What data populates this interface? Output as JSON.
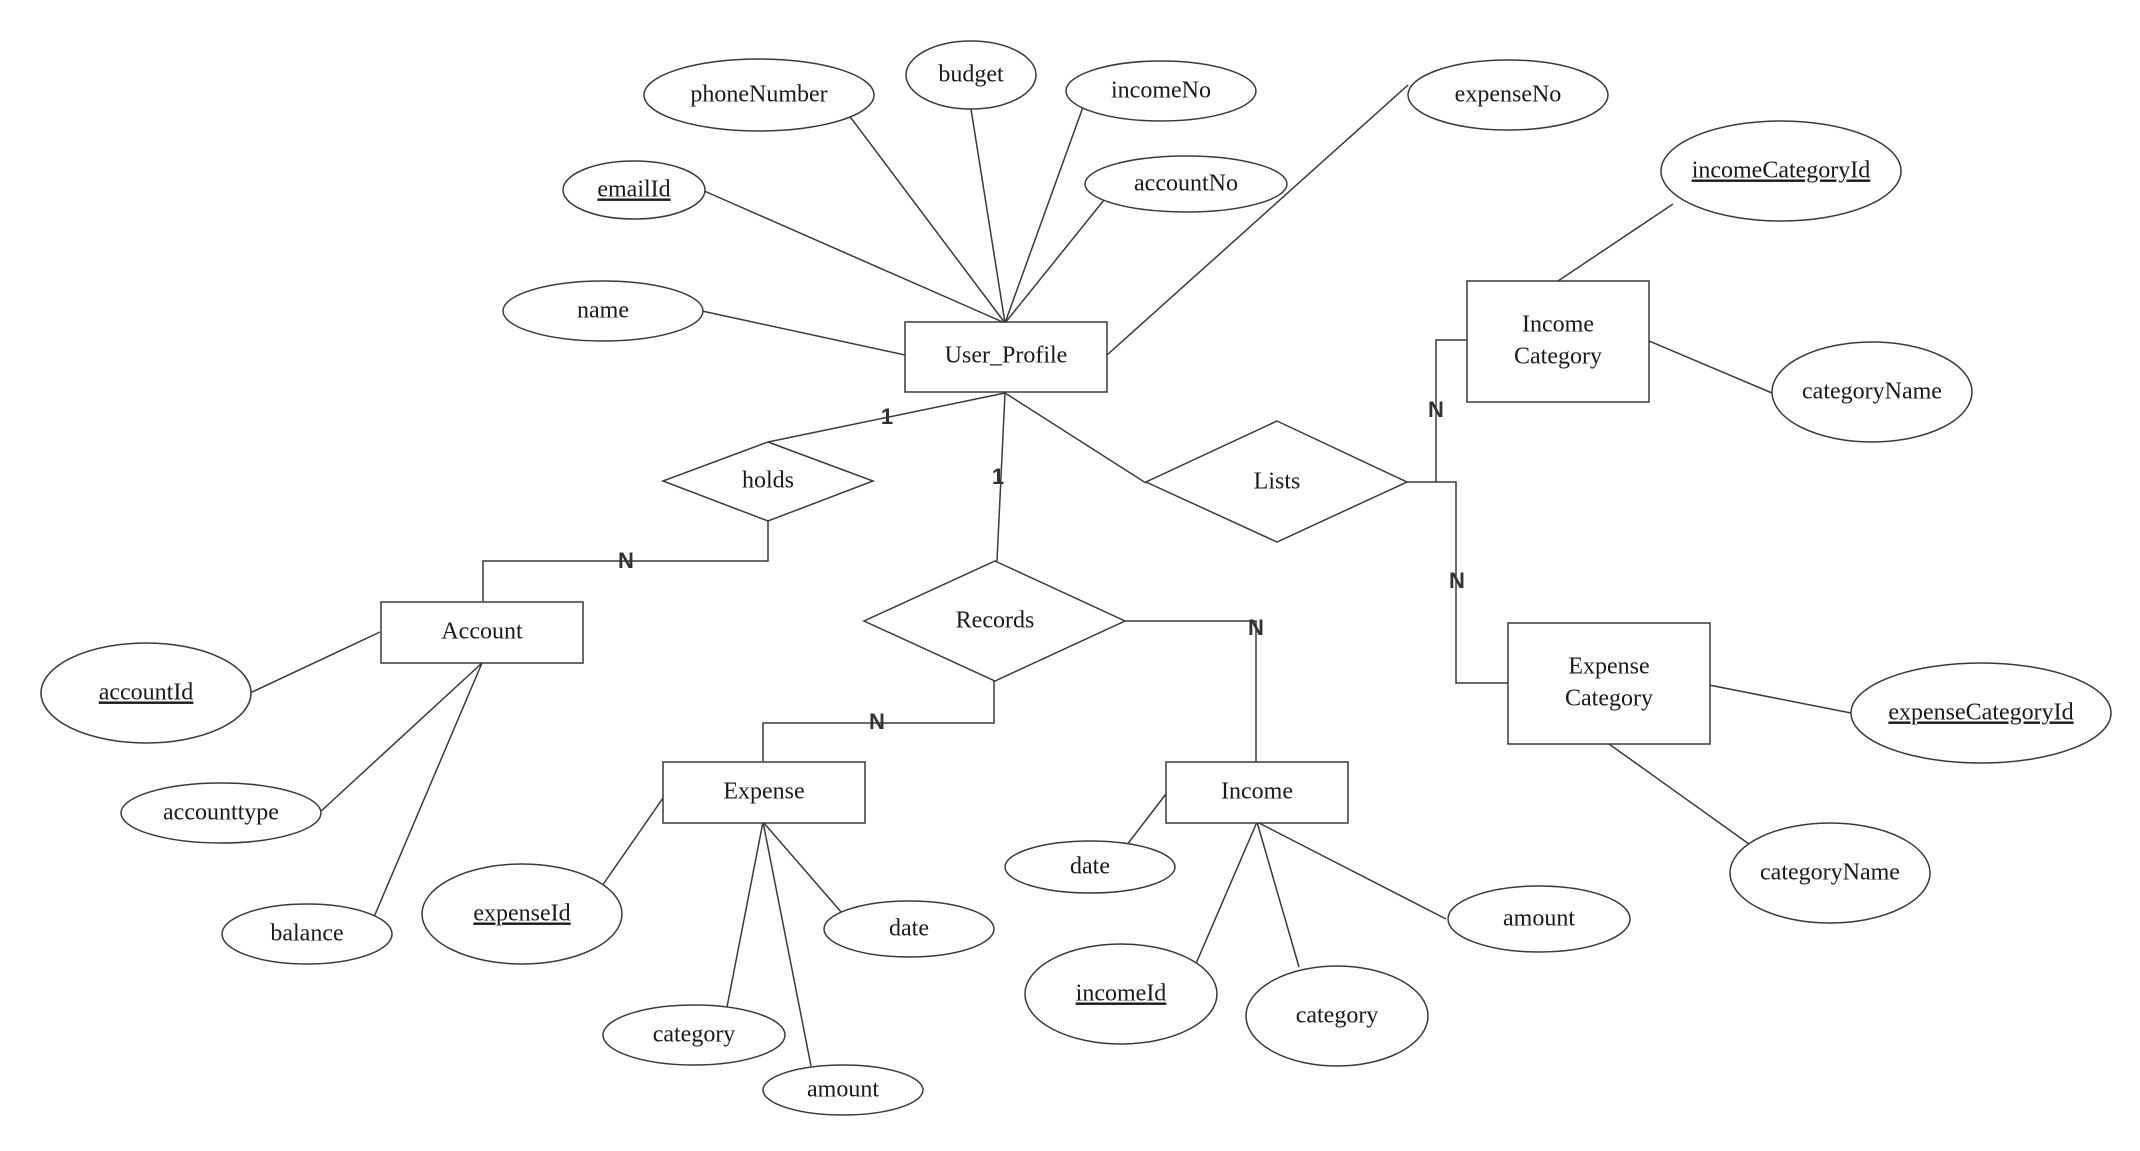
{
  "entities": {
    "user_profile": "User_Profile",
    "account": "Account",
    "expense": "Expense",
    "income": "Income",
    "income_category": [
      "Income",
      "Category"
    ],
    "expense_category": [
      "Expense",
      "Category"
    ]
  },
  "relationships": {
    "holds": "holds",
    "records": "Records",
    "lists": "Lists"
  },
  "attributes": {
    "user_profile": {
      "name": "name",
      "emailId": "emailId",
      "phoneNumber": "phoneNumber",
      "budget": "budget",
      "incomeNo": "incomeNo",
      "accountNo": "accountNo",
      "expenseNo": "expenseNo"
    },
    "account": {
      "accountId": "accountId",
      "accounttype": "accounttype",
      "balance": "balance"
    },
    "expense": {
      "expenseId": "expenseId",
      "date": "date",
      "category": "category",
      "amount": "amount"
    },
    "income": {
      "date": "date",
      "incomeId": "incomeId",
      "category": "category",
      "amount": "amount"
    },
    "income_category": {
      "incomeCategoryId": "incomeCategoryId",
      "categoryName": "categoryName"
    },
    "expense_category": {
      "expenseCategoryId": "expenseCategoryId",
      "categoryName": "categoryName"
    }
  },
  "cardinalities": {
    "holds_user": "1",
    "holds_account": "N",
    "records_user": "1",
    "records_expense": "N",
    "records_income": "N",
    "lists_income_category": "N",
    "lists_expense_category": "N"
  }
}
